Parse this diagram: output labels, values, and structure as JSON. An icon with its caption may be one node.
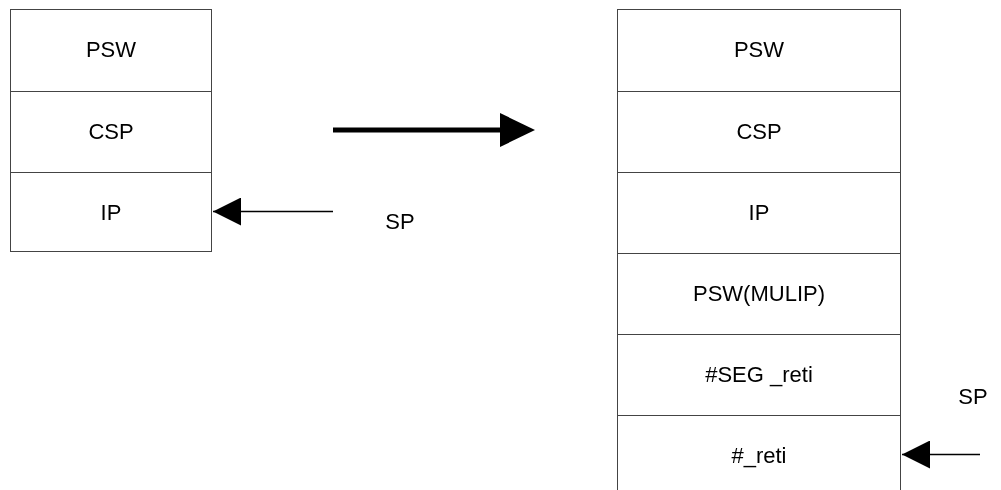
{
  "diagram": {
    "nodes": [
      {
        "text": [],
        "shape": "box"
      },
      {
        "text": [
          "PSW"
        ],
        "in": 0
      },
      {
        "text": [
          "CSP"
        ],
        "in": 0
      },
      {
        "text": [
          "IP"
        ],
        "in": 0
      },
      {
        "text": [
          "SP"
        ]
      },
      {
        "text": [],
        "shape": "box"
      },
      {
        "text": [
          "PSW"
        ],
        "in": 5
      },
      {
        "text": [
          "CSP"
        ],
        "in": 5
      },
      {
        "text": [
          "IP"
        ],
        "in": 5
      },
      {
        "text": [
          "PSW(MULIP)"
        ],
        "in": 5
      },
      {
        "text": [
          "#SEG _reti"
        ],
        "in": 5
      },
      {
        "text": [
          "#_reti"
        ],
        "in": 5
      },
      {
        "text": [
          "SP"
        ]
      }
    ],
    "edges": [
      {
        "from": 4,
        "to": 3,
        "arrow": "to"
      },
      {
        "from": 12,
        "to": 11,
        "arrow": "to"
      }
    ]
  }
}
